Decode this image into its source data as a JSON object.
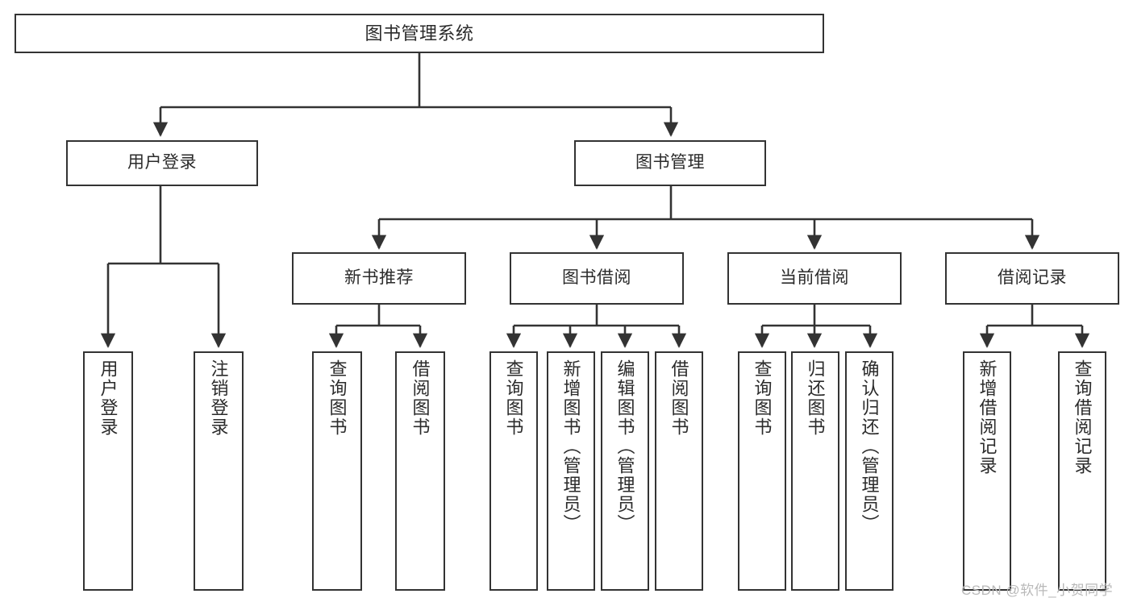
{
  "diagram": {
    "title": "图书管理系统",
    "type": "tree-structure-chart",
    "root": {
      "label": "图书管理系统"
    },
    "level1": [
      {
        "label": "用户登录"
      },
      {
        "label": "图书管理"
      }
    ],
    "level2": [
      {
        "label": "新书推荐"
      },
      {
        "label": "图书借阅"
      },
      {
        "label": "当前借阅"
      },
      {
        "label": "借阅记录"
      }
    ],
    "leaves": {
      "user_login": [
        {
          "label": "用户登录"
        },
        {
          "label": "注销登录"
        }
      ],
      "new_book_recommend": [
        {
          "label": "查询图书"
        },
        {
          "label": "借阅图书"
        }
      ],
      "book_borrow": [
        {
          "label": "查询图书"
        },
        {
          "label": "新增图书（管理员）"
        },
        {
          "label": "编辑图书（管理员）"
        },
        {
          "label": "借阅图书"
        }
      ],
      "current_borrow": [
        {
          "label": "查询图书"
        },
        {
          "label": "归还图书"
        },
        {
          "label": "确认归还（管理员）"
        }
      ],
      "borrow_record": [
        {
          "label": "新增借阅记录"
        },
        {
          "label": "查询借阅记录"
        }
      ]
    }
  },
  "watermark": {
    "text": "CSDN @软件_小贺同学"
  },
  "colors": {
    "node_border": "#333333",
    "node_fill": "#ffffff",
    "text": "#2b2b2b",
    "edge": "#333333",
    "watermark": "#b9b9b9",
    "background": "#ffffff"
  }
}
